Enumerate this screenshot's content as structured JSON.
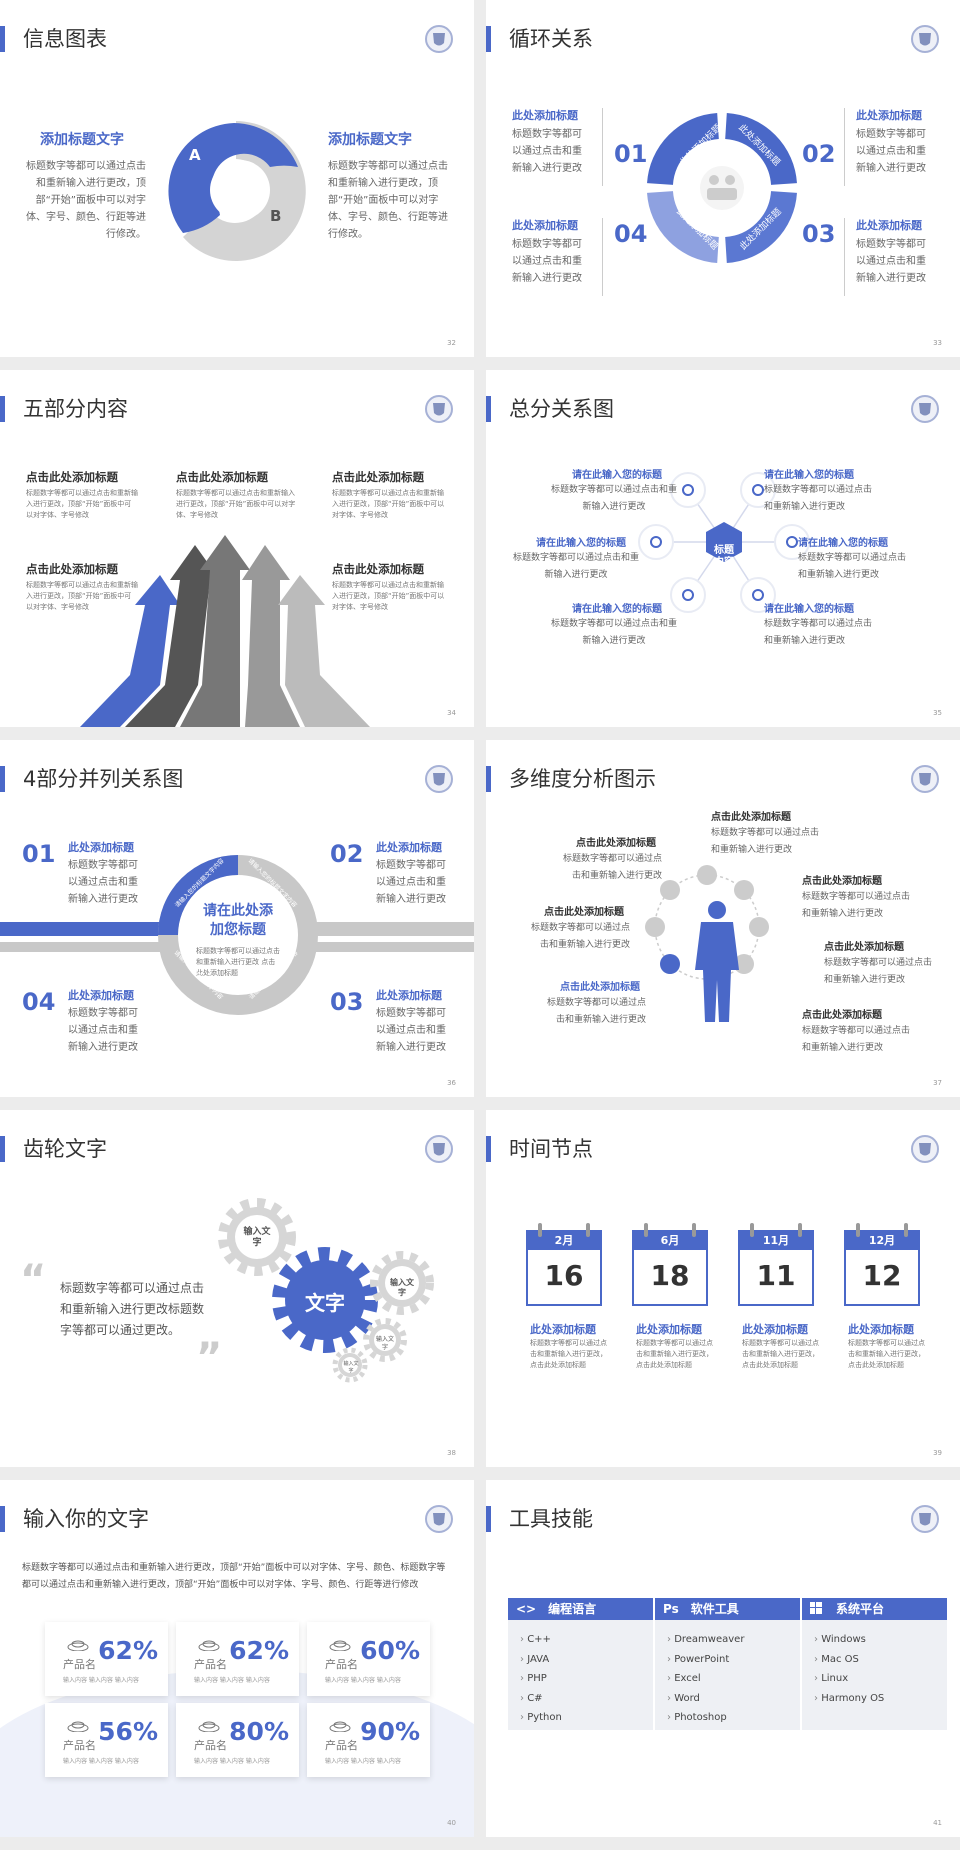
{
  "accent": "#4a68c8",
  "s1": {
    "title": "信息图表",
    "page": "32",
    "left_h": "添加标题文字",
    "left_b": "标题数字等都可以通过点击和重新输入进行更改，顶部“开始”面板中可以对字体、字号、颜色、行距等进行修改。",
    "right_h": "添加标题文字",
    "right_b": "标题数字等都可以通过点击和重新输入进行更改，顶部“开始”面板中可以对字体、字号、颜色、行距等进行修改。",
    "a": "A",
    "b": "B"
  },
  "s2": {
    "title": "循环关系",
    "page": "33",
    "items": [
      {
        "n": "01",
        "h": "此处添加标题",
        "b": "标题数字等都可以通过点击和重新输入进行更改"
      },
      {
        "n": "02",
        "h": "此处添加标题",
        "b": "标题数字等都可以通过点击和重新输入进行更改"
      },
      {
        "n": "03",
        "h": "此处添加标题",
        "b": "标题数字等都可以通过点击和重新输入进行更改"
      },
      {
        "n": "04",
        "h": "此处添加标题",
        "b": "标题数字等都可以通过点击和重新输入进行更改"
      }
    ],
    "ring": [
      "此处添加标题",
      "此处添加标题",
      "此处添加标题",
      "此处添加标题"
    ]
  },
  "s3": {
    "title": "五部分内容",
    "page": "34",
    "items": [
      {
        "h": "点击此处添加标题",
        "b": "标题数字等都可以通过点击和重新输入进行更改，顶部“开始”面板中可以对字体、字号修改"
      },
      {
        "h": "点击此处添加标题",
        "b": "标题数字等都可以通过点击和重新输入进行更改，顶部“开始”面板中可以对字体、字号修改"
      },
      {
        "h": "点击此处添加标题",
        "b": "标题数字等都可以通过点击和重新输入进行更改，顶部“开始”面板中可以对字体、字号修改"
      },
      {
        "h": "点击此处添加标题",
        "b": "标题数字等都可以通过点击和重新输入进行更改，顶部“开始”面板中可以对字体、字号修改"
      },
      {
        "h": "点击此处添加标题",
        "b": "标题数字等都可以通过点击和重新输入进行更改，顶部“开始”面板中可以对字体、字号修改"
      }
    ]
  },
  "s4": {
    "title": "总分关系图",
    "page": "35",
    "center": "标题\n内容",
    "items": [
      {
        "h": "请在此输入您的标题",
        "b": "标题数字等都可以通过点击和重新输入进行更改"
      },
      {
        "h": "请在此输入您的标题",
        "b": "标题数字等都可以通过点击和重新输入进行更改"
      },
      {
        "h": "请在此输入您的标题",
        "b": "标题数字等都可以通过点击和重新输入进行更改"
      },
      {
        "h": "请在此输入您的标题",
        "b": "标题数字等都可以通过点击和重新输入进行更改"
      },
      {
        "h": "请在此输入您的标题",
        "b": "标题数字等都可以通过点击和重新输入进行更改"
      },
      {
        "h": "请在此输入您的标题",
        "b": "标题数字等都可以通过点击和重新输入进行更改"
      }
    ]
  },
  "s5": {
    "title": "4部分并列关系图",
    "page": "36",
    "center_h": "请在此处添加您标题",
    "center_b": "标题数字等都可以通过点击和重新输入进行更改 点击此处添加标题",
    "ring": "请输入您的标题文字内容",
    "items": [
      {
        "n": "01",
        "h": "此处添加标题",
        "b": "标题数字等都可以通过点击和重新输入进行更改"
      },
      {
        "n": "02",
        "h": "此处添加标题",
        "b": "标题数字等都可以通过点击和重新输入进行更改"
      },
      {
        "n": "03",
        "h": "此处添加标题",
        "b": "标题数字等都可以通过点击和重新输入进行更改"
      },
      {
        "n": "04",
        "h": "此处添加标题",
        "b": "标题数字等都可以通过点击和重新输入进行更改"
      }
    ]
  },
  "s6": {
    "title": "多维度分析图示",
    "page": "37",
    "items": [
      {
        "h": "点击此处添加标题",
        "b": "标题数字等都可以通过点击和重新输入进行更改"
      },
      {
        "h": "点击此处添加标题",
        "b": "标题数字等都可以通过点击和重新输入进行更改"
      },
      {
        "h": "点击此处添加标题",
        "b": "标题数字等都可以通过点击和重新输入进行更改"
      },
      {
        "h": "点击此处添加标题",
        "b": "标题数字等都可以通过点击和重新输入进行更改"
      },
      {
        "h": "点击此处添加标题",
        "b": "标题数字等都可以通过点击和重新输入进行更改"
      },
      {
        "h": "点击此处添加标题",
        "b": "标题数字等都可以通过点击和重新输入进行更改"
      },
      {
        "h": "点击此处添加标题",
        "b": "标题数字等都可以通过点击和重新输入进行更改"
      }
    ]
  },
  "s7": {
    "title": "齿轮文字",
    "page": "38",
    "text": "标题数字等都可以通过点击和重新输入进行更改标题数字等都可以通过更改。",
    "gear_main": "文字",
    "gears": [
      "输入文字",
      "输入文字",
      "输入文字",
      "输入文字"
    ]
  },
  "s8": {
    "title": "时间节点",
    "page": "39",
    "items": [
      {
        "m": "2月",
        "d": "16",
        "h": "此处添加标题",
        "b": "标题数字等都可以通过点击和重新输入进行更改，点击此处添加标题"
      },
      {
        "m": "6月",
        "d": "18",
        "h": "此处添加标题",
        "b": "标题数字等都可以通过点击和重新输入进行更改，点击此处添加标题"
      },
      {
        "m": "11月",
        "d": "11",
        "h": "此处添加标题",
        "b": "标题数字等都可以通过点击和重新输入进行更改，点击此处添加标题"
      },
      {
        "m": "12月",
        "d": "12",
        "h": "此处添加标题",
        "b": "标题数字等都可以通过点击和重新输入进行更改，点击此处添加标题"
      }
    ]
  },
  "s9": {
    "title": "输入你的文字",
    "page": "40",
    "intro": "标题数字等都可以通过点击和重新输入进行更改，顶部“开始”面板中可以对字体、字号、颜色、标题数字等都可以通过点击和重新输入进行更改，顶部“开始”面板中可以对字体、字号、颜色、行距等进行修改",
    "cards": [
      {
        "pct": "62%",
        "nm": "产品名",
        "in": "输入内容  输入内容  输入内容"
      },
      {
        "pct": "62%",
        "nm": "产品名",
        "in": "输入内容  输入内容  输入内容"
      },
      {
        "pct": "60%",
        "nm": "产品名",
        "in": "输入内容  输入内容  输入内容"
      },
      {
        "pct": "56%",
        "nm": "产品名",
        "in": "输入内容  输入内容  输入内容"
      },
      {
        "pct": "80%",
        "nm": "产品名",
        "in": "输入内容  输入内容  输入内容"
      },
      {
        "pct": "90%",
        "nm": "产品名",
        "in": "输入内容  输入内容  输入内容"
      }
    ]
  },
  "s10": {
    "title": "工具技能",
    "page": "41",
    "groups": [
      {
        "icon": "<>",
        "name": "编程语言",
        "items": [
          "C++",
          "JAVA",
          "PHP",
          "C#",
          "Python"
        ]
      },
      {
        "icon": "Ps",
        "name": "软件工具",
        "items": [
          "Dreamweaver",
          "PowerPoint",
          "Excel",
          "Word",
          "Photoshop"
        ]
      },
      {
        "icon": "win",
        "name": "系统平台",
        "items": [
          "Windows",
          "Mac OS",
          "Linux",
          "Harmony OS"
        ]
      }
    ]
  }
}
